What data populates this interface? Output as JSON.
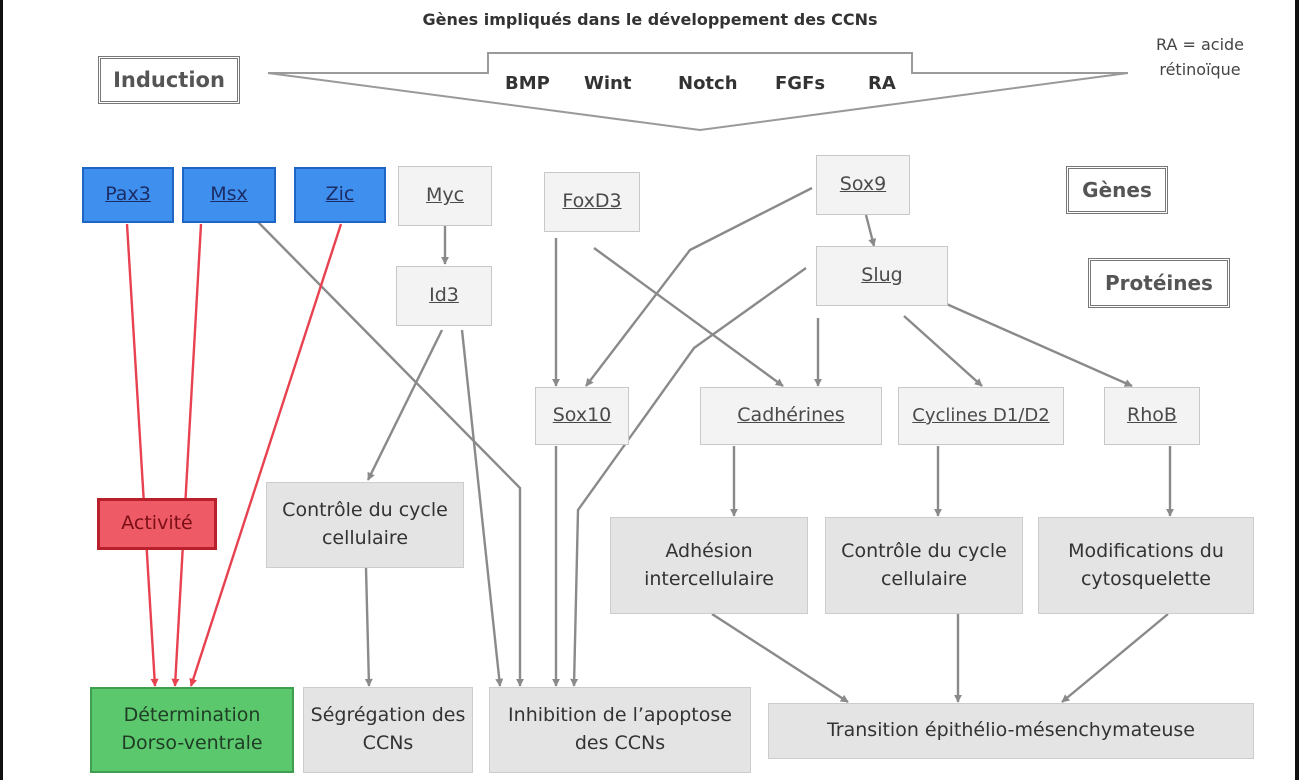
{
  "title": "Gènes impliqués dans le développement des CCNs",
  "note": "RA = acide rétinoïque",
  "induction_label": "Induction",
  "signals": [
    "BMP",
    "Wint",
    "Notch",
    "FGFs",
    "RA"
  ],
  "legend": {
    "genes": "Gènes",
    "proteins": "Protéines"
  },
  "genes": {
    "pax3": "Pax3",
    "msx": "Msx",
    "zic": "Zic",
    "myc": "Myc",
    "id3": "Id3",
    "foxd3": "FoxD3",
    "sox9": "Sox9",
    "slug": "Slug",
    "sox10": "Sox10",
    "cadherines": "Cadhérines",
    "cyclines": "Cyclines D1/D2",
    "rhob": "RhoB"
  },
  "activite": "Activité",
  "processes": {
    "controle1": "Contrôle du cycle cellulaire",
    "adhesion": "Adhésion intercellulaire",
    "controle2": "Contrôle du cycle cellulaire",
    "modifications": "Modifications du cytosquelette"
  },
  "outcomes": {
    "determination": "Détermination Dorso-ventrale",
    "segregation": "Ségrégation des CCNs",
    "inhibition": "Inhibition de l’apoptose des CCNs",
    "transition": "Transition épithélio-mésenchymateuse"
  },
  "colors": {
    "gene_blue": "#3f8fef",
    "activite_red": "#ee5a66",
    "determination_green": "#5cc86d",
    "arrow_gray": "#8a8a8a",
    "arrow_red": "#e8414f"
  }
}
